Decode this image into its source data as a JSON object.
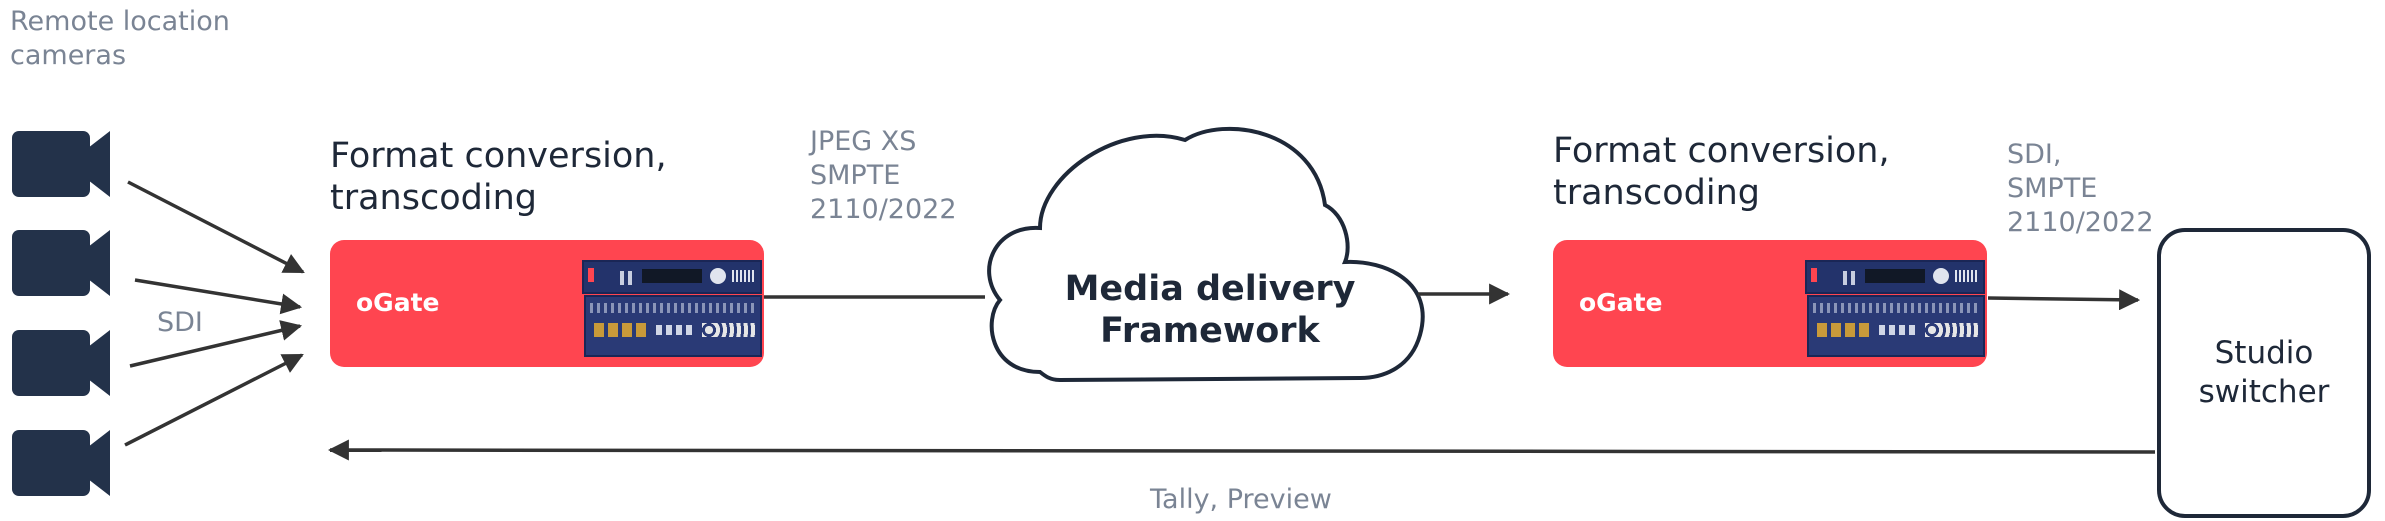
{
  "labels": {
    "remote_cameras": [
      "Remote location",
      "cameras"
    ],
    "sdi": "SDI",
    "format_conversion_left": [
      "Format conversion,",
      "transcoding"
    ],
    "format_conversion_right": [
      "Format conversion,",
      "transcoding"
    ],
    "jpeg_xs": [
      "JPEG XS",
      "SMPTE",
      "2110/2022"
    ],
    "sdi_smpte": [
      "SDI,",
      "SMPTE",
      "2110/2022"
    ],
    "cloud": [
      "Media delivery",
      "Framework"
    ],
    "studio": [
      "Studio",
      "switcher"
    ],
    "tally_preview": "Tally, Preview"
  },
  "devices": {
    "ogate_left": "oGate",
    "ogate_right": "oGate"
  },
  "icons": {
    "camera": "video-camera-icon",
    "cloud": "cloud-icon",
    "hardware": "rack-unit-icon"
  },
  "colors": {
    "ogate": "#ff4550",
    "dark": "#1e2838",
    "muted": "#7a8494",
    "hardware": "#23336b"
  }
}
